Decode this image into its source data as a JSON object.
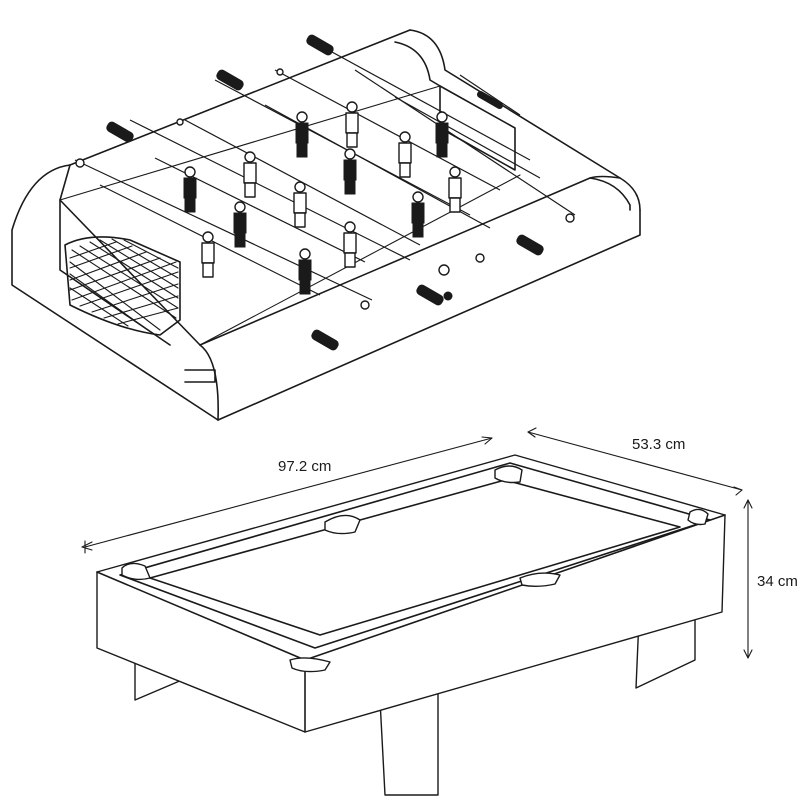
{
  "dimensions": {
    "length": "97.2 cm",
    "width": "53.3 cm",
    "height": "34 cm"
  },
  "colors": {
    "line": "#1a1a1a",
    "background": "#ffffff"
  }
}
